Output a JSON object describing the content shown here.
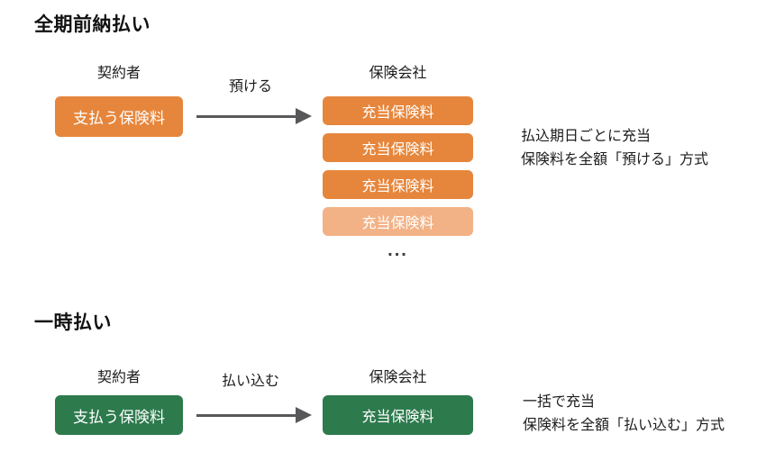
{
  "colors": {
    "orange": "#E6863C",
    "orange_light": "#F2B286",
    "green": "#2D7A4D",
    "arrow": "#58585B",
    "background": "#FFFFFF"
  },
  "sections": [
    {
      "title": "全期前納払い",
      "contractor_label": "契約者",
      "payer_box_label": "支払う保険料",
      "arrow_label": "預ける",
      "insurer_label": "保険会社",
      "insurer_boxes": [
        "充当保険料",
        "充当保険料",
        "充当保険料",
        "充当保険料"
      ],
      "ellipsis": "...",
      "description_line1": "払込期日ごとに充当",
      "description_line2": "保険料を全額「預ける」方式"
    },
    {
      "title": "一時払い",
      "contractor_label": "契約者",
      "payer_box_label": "支払う保険料",
      "arrow_label": "払い込む",
      "insurer_label": "保険会社",
      "insurer_box_label": "充当保険料",
      "description_line1": "一括で充当",
      "description_line2": "保険料を全額「払い込む」方式"
    }
  ]
}
